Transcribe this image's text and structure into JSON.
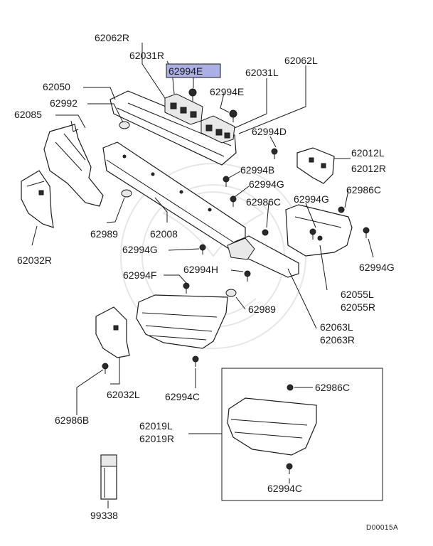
{
  "highlight_color": "#aab0e6",
  "labels": {
    "l_62062R": "62062R",
    "l_62031R": "62031R",
    "l_62994E_hl": "62994E",
    "l_62062L": "62062L",
    "l_62031L": "62031L",
    "l_62050": "62050",
    "l_62994E": "62994E",
    "l_62992": "62992",
    "l_62085": "62085",
    "l_62994D": "62994D",
    "l_62012L": "62012L",
    "l_62012R": "62012R",
    "l_62994B": "62994B",
    "l_62994G_a": "62994G",
    "l_62986C_a": "62986C",
    "l_62994G_b": "62994G",
    "l_62986C_b": "62986C",
    "l_62989_a": "62989",
    "l_62008": "62008",
    "l_62032R": "62032R",
    "l_62994G_c": "62994G",
    "l_62994G_d": "62994G",
    "l_62994F": "62994F",
    "l_62994H": "62994H",
    "l_62989_b": "62989",
    "l_62055L": "62055L",
    "l_62055R": "62055R",
    "l_62063L": "62063L",
    "l_62063R": "62063R",
    "l_62032L": "62032L",
    "l_62994C_a": "62994C",
    "l_62986C_c": "62986C",
    "l_62986B": "62986B",
    "l_62019L": "62019L",
    "l_62019R": "62019R",
    "l_62994C_b": "62994C",
    "l_99338": "99338",
    "l_code": "D00015A"
  }
}
